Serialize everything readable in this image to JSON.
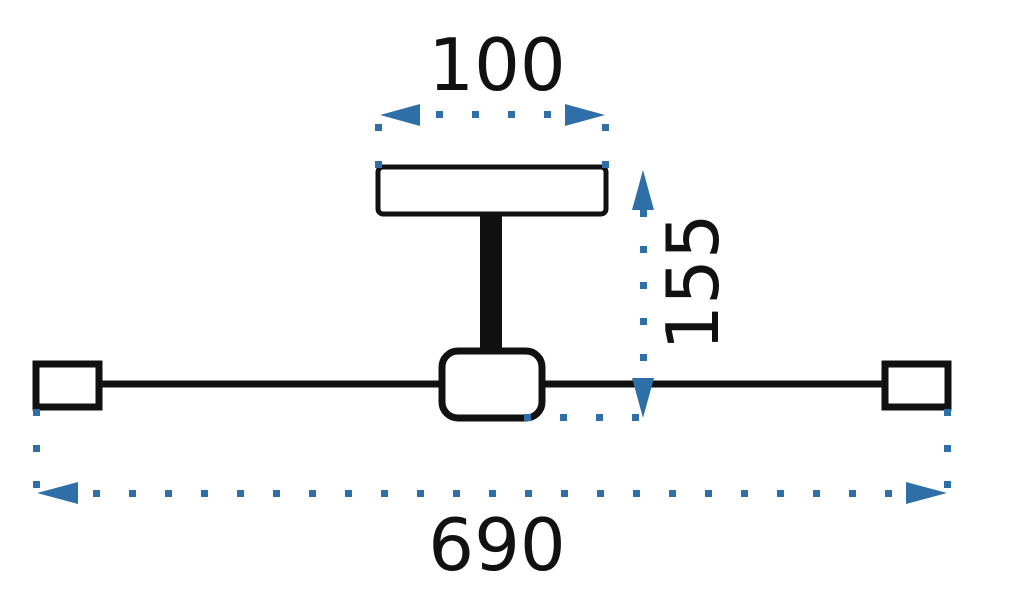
{
  "diagram": {
    "type": "dimension-drawing",
    "subject": "ceiling fixture with horizontal bar",
    "colors": {
      "outline": "#111111",
      "dimension_line": "#2f6fa8",
      "fill": "#ffffff"
    },
    "dimensions": {
      "canopy_width": {
        "label": "100",
        "orientation": "horizontal"
      },
      "height": {
        "label": "155",
        "orientation": "vertical"
      },
      "total_width": {
        "label": "690",
        "orientation": "horizontal"
      }
    }
  }
}
